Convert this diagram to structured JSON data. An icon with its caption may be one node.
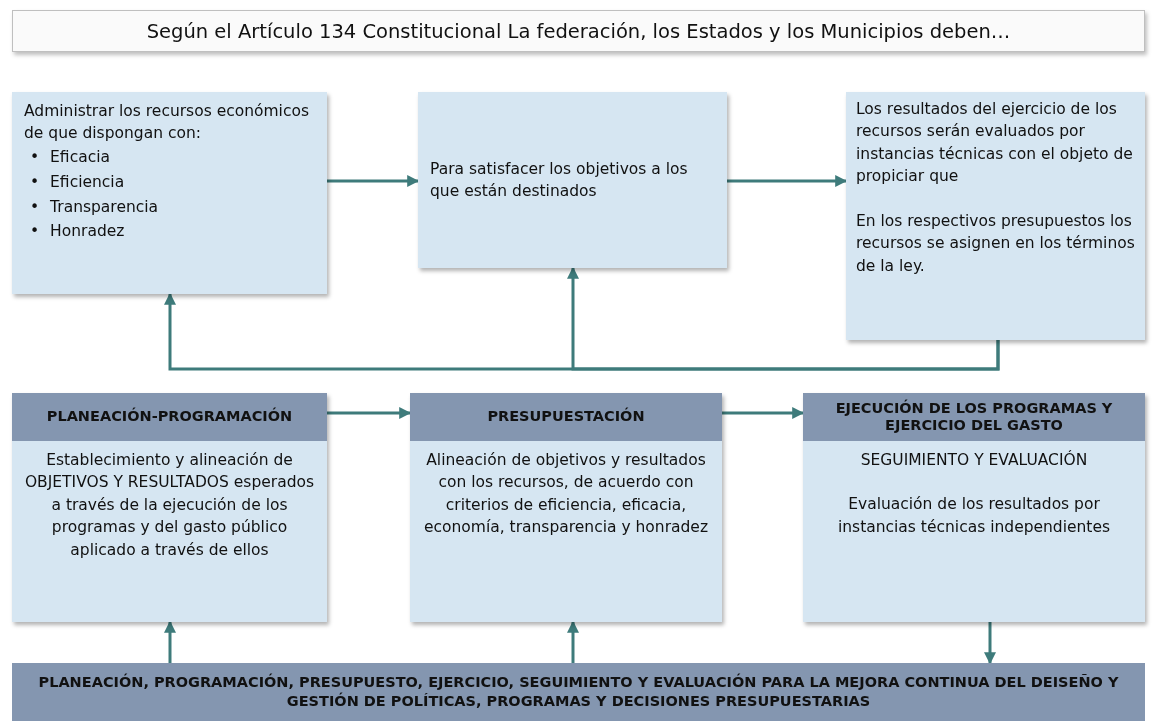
{
  "diagram": {
    "title": "Según el Artículo 134 Constitucional La federación, los Estados y los Municipios deben…",
    "nodes": [
      {
        "text": [
          "Administrar los recursos económicos de que dispongan con:",
          "• Eficacia",
          "• Eficiencia",
          "• Transparencia",
          "• Honradez"
        ]
      },
      {
        "text": [
          "Para satisfacer los objetivos a los que están destinados"
        ]
      },
      {
        "text": [
          "Los resultados del ejercicio de los recursos serán evaluados por instancias técnicas con el objeto de propiciar que",
          "En los respectivos presupuestos los recursos se asignen en los términos de la ley."
        ]
      },
      {
        "text": [
          "PLANEACIÓN-PROGRAMACIÓN",
          "Establecimiento y alineación de OBJETIVOS Y RESULTADOS esperados a través de la ejecución de los programas y del gasto público aplicado a través de ellos"
        ]
      },
      {
        "text": [
          "PRESUPUESTACIÓN",
          "Alineación de objetivos y resultados con los recursos, de acuerdo con criterios de eficiencia, eficacia, economía, transparencia y honradez"
        ]
      },
      {
        "text": [
          "EJECUCIÓN DE LOS PROGRAMAS Y EJERCICIO DEL GASTO",
          "SEGUIMIENTO Y EVALUACIÓN",
          "Evaluación de los resultados por instancias técnicas independientes"
        ]
      },
      {
        "text": [
          "PLANEACIÓN, PROGRAMACIÓN, PRESUPUESTO, EJERCICIO, SEGUIMIENTO Y EVALUACIÓN PARA LA MEJORA CONTINUA DEL DEISEÑO Y GESTIÓN DE POLÍTICAS, PROGRAMAS Y DECISIONES PRESUPUESTARIAS"
        ]
      }
    ],
    "edges": [
      {
        "from": 0,
        "to": 1,
        "arrow": "to"
      },
      {
        "from": 1,
        "to": 2,
        "arrow": "to"
      },
      {
        "from": 2,
        "to": 0,
        "arrow": "to"
      },
      {
        "from": 2,
        "to": 1,
        "arrow": "to"
      },
      {
        "from": 3,
        "to": 4,
        "arrow": "to"
      },
      {
        "from": 4,
        "to": 5,
        "arrow": "to"
      },
      {
        "from": 6,
        "to": 3,
        "arrow": "to"
      },
      {
        "from": 6,
        "to": 4,
        "arrow": "to"
      },
      {
        "from": 5,
        "to": 6,
        "arrow": "to"
      }
    ]
  }
}
